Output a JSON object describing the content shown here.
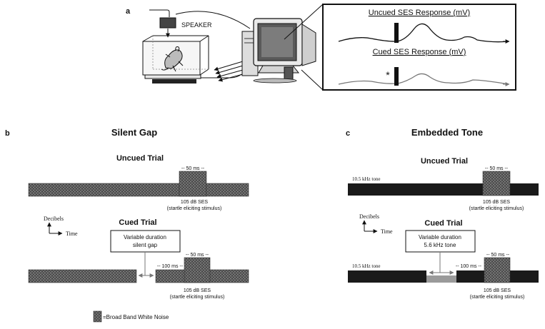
{
  "panel_a": {
    "label": "a",
    "speaker_label": "SPEAKER",
    "uncued_response_title": "Uncued SES Response (mV)",
    "cued_response_title": "Cued SES Response (mV)",
    "significance_marker": "*"
  },
  "panel_b": {
    "label": "b",
    "title": "Silent Gap",
    "uncued_trial_label": "Uncued Trial",
    "cued_trial_label": "Cued Trial",
    "pulse_duration_uncued": "-- 50 ms --",
    "pulse_duration_cued": "-- 50 ms --",
    "gap_to_pulse_interval": "-- 100 ms --",
    "ses_label_uncued": "105 dB SES",
    "ses_sublabel_uncued": "(startle eliciting stimulus)",
    "ses_label_cued": "105 dB SES",
    "ses_sublabel_cued": "(startle eliciting stimulus)",
    "variable_box_line1": "Variable duration",
    "variable_box_line2": "silent gap",
    "y_axis_label": "Decibels",
    "x_axis_label": "Time"
  },
  "panel_c": {
    "label": "c",
    "title": "Embedded Tone",
    "uncued_trial_label": "Uncued Trial",
    "cued_trial_label": "Cued Trial",
    "background_tone_uncued": "10.5 kHz tone",
    "background_tone_cued": "10.5 kHz tone",
    "pulse_duration_uncued": "-- 50 ms --",
    "pulse_duration_cued": "-- 50 ms --",
    "gap_to_pulse_interval": "-- 100 ms --",
    "ses_label_uncued": "105 dB SES",
    "ses_sublabel_uncued": "(startle eliciting stimulus)",
    "ses_label_cued": "105 dB SES",
    "ses_sublabel_cued": "(startle eliciting stimulus)",
    "variable_box_line1": "Variable duration",
    "variable_box_line2": "5.6 kHz tone",
    "y_axis_label": "Decibels",
    "x_axis_label": "Time"
  },
  "legend": {
    "label": "=Broad Band White Noise"
  },
  "colors": {
    "noise_fill": "#5a5a5a",
    "tone_fill": "#1a1a1a",
    "cue_tone_fill": "#9a9a9a",
    "stroke": "#111111"
  }
}
